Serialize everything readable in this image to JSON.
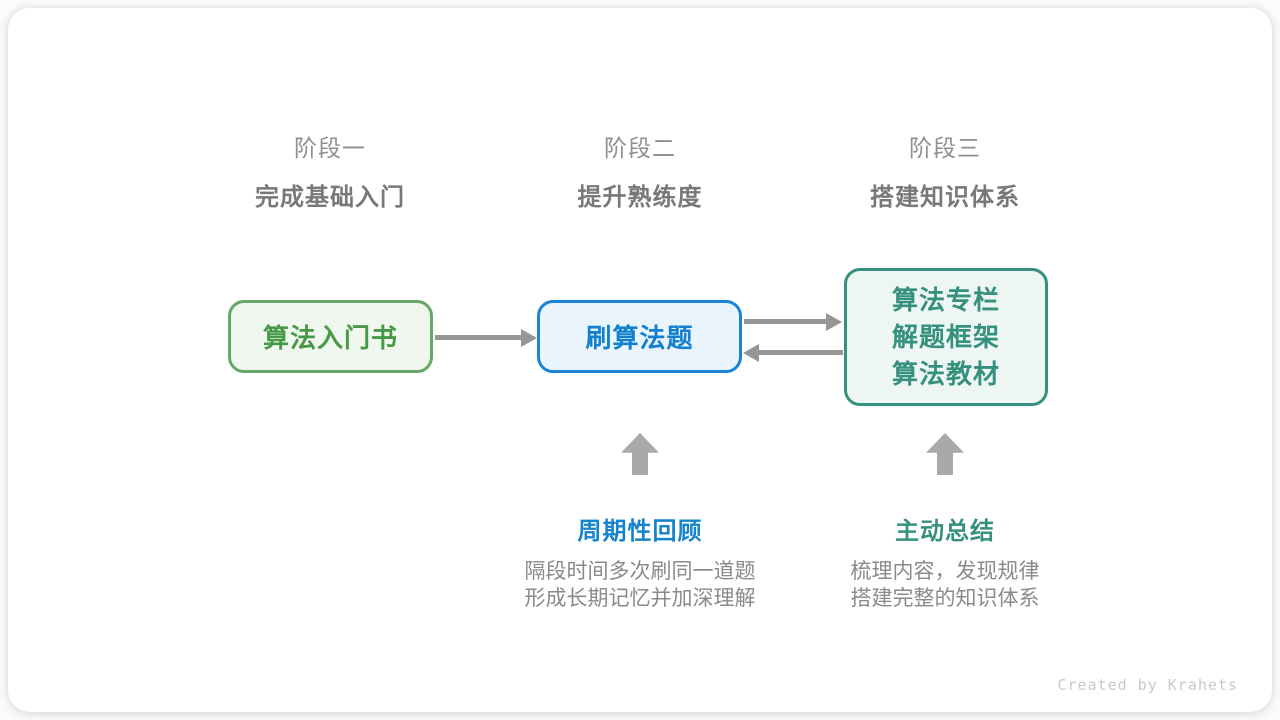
{
  "diagram": {
    "stages": [
      {
        "label": "阶段一",
        "subtitle": "完成基础入门"
      },
      {
        "label": "阶段二",
        "subtitle": "提升熟练度"
      },
      {
        "label": "阶段三",
        "subtitle": "搭建知识体系"
      }
    ],
    "nodes": [
      {
        "id": "intro-book",
        "label": "算法入门书",
        "scheme": "green"
      },
      {
        "id": "problem-practice",
        "label": "刷算法题",
        "scheme": "blue"
      },
      {
        "id": "knowledge-resources",
        "scheme": "teal",
        "lines": [
          "算法专栏",
          "解题框架",
          "算法教材"
        ]
      }
    ],
    "annotations": [
      {
        "title": "周期性回顾",
        "lines": [
          "隔段时间多次刷同一道题",
          "形成长期记忆并加深理解"
        ],
        "color": "#1584cc"
      },
      {
        "title": "主动总结",
        "lines": [
          "梳理内容，发现规律",
          "搭建完整的知识体系"
        ],
        "color": "#35917e"
      }
    ],
    "credit": "Created by Krahets",
    "colors": {
      "green_border": "#67a867",
      "green_bg": "#eff7ef",
      "green_text": "#479947",
      "blue_border": "#1b84d6",
      "blue_bg": "#eaf4fc",
      "blue_text": "#1380cf",
      "teal_border": "#35917e",
      "teal_bg": "#eef6f4",
      "teal_text": "#35917e",
      "annotation_blue": "#1584cc",
      "annotation_teal": "#35917e",
      "line_arrow_gray": "#969696",
      "block_arrow_gray": "#a9a9a9",
      "stage_label_gray": "#8f8f8f",
      "stage_subtitle_gray": "#787878",
      "description_gray": "#8a8a8a",
      "credit_gray": "#c9c9c9",
      "card_bg": "#ffffff"
    }
  }
}
